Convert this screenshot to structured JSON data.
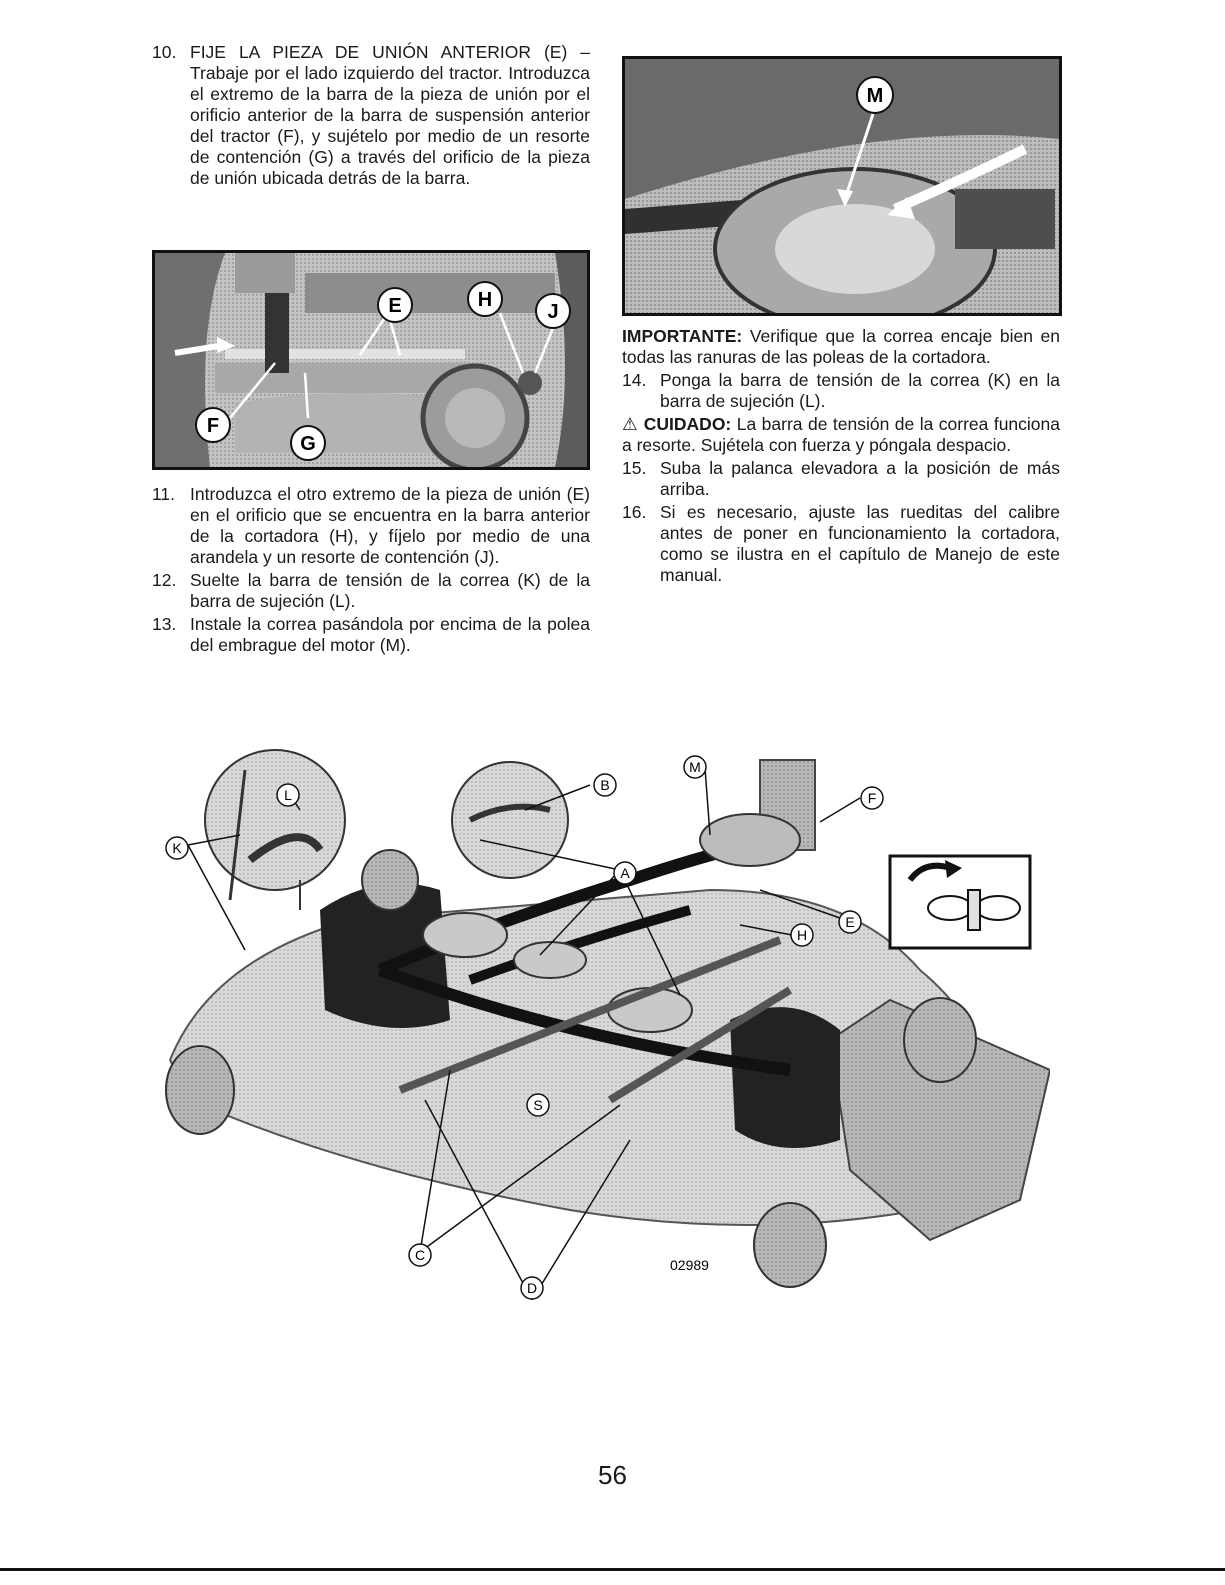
{
  "left_column": {
    "step10": {
      "num": "10.",
      "text": "FIJE LA PIEZA DE UNIÓN ANTERIOR (E) – Trabaje por el lado izquierdo del tractor. Introduzca el extremo de la barra de la pieza de unión por el orificio anterior de la barra de suspensión anterior del tractor (F), y sujételo por medio de un resorte de contención (G) a través del orificio de la pieza de unión ubicada detrás de la barra."
    },
    "step11": {
      "num": "11.",
      "text": "Introduzca el otro extremo de la pieza de unión (E) en el orificio que se encuentra en la barra anterior de la cortadora (H), y fíjelo por medio de una arandela y un resorte de contención (J)."
    },
    "step12": {
      "num": "12.",
      "text": "Suelte la barra de tensión de la correa (K) de la barra de sujeción (L)."
    },
    "step13": {
      "num": "13.",
      "text": "Instale la correa pasándola por encima de la polea del embrague del motor (M)."
    }
  },
  "right_column": {
    "important": {
      "label": "IMPORTANTE:",
      "text": "Verifique que la correa encaje bien en todas las ranuras de las poleas de la cortadora."
    },
    "step14": {
      "num": "14.",
      "text": "Ponga la barra de tensión de la correa (K) en la barra de sujeción (L)."
    },
    "caution": {
      "symbol": "⚠",
      "label": "CUIDADO:",
      "text": "La barra de tensión de la correa funciona a resorte. Sujétela con fuerza y póngala despacio."
    },
    "step15": {
      "num": "15.",
      "text": "Suba la palanca elevadora a la posición de más arriba."
    },
    "step16": {
      "num": "16.",
      "text": "Si es necesario, ajuste las rueditas del calibre antes de poner en funcionamiento la cortadora, como se ilustra en el capítulo de Manejo de este manual."
    }
  },
  "photo1": {
    "callouts": [
      "E",
      "H",
      "J",
      "F",
      "G"
    ]
  },
  "photo2": {
    "callouts": [
      "M"
    ]
  },
  "diagram": {
    "callouts": [
      "M",
      "B",
      "F",
      "L",
      "K",
      "A",
      "E",
      "H",
      "S",
      "C",
      "D"
    ],
    "figure_number": "02989"
  },
  "page_number": "56"
}
